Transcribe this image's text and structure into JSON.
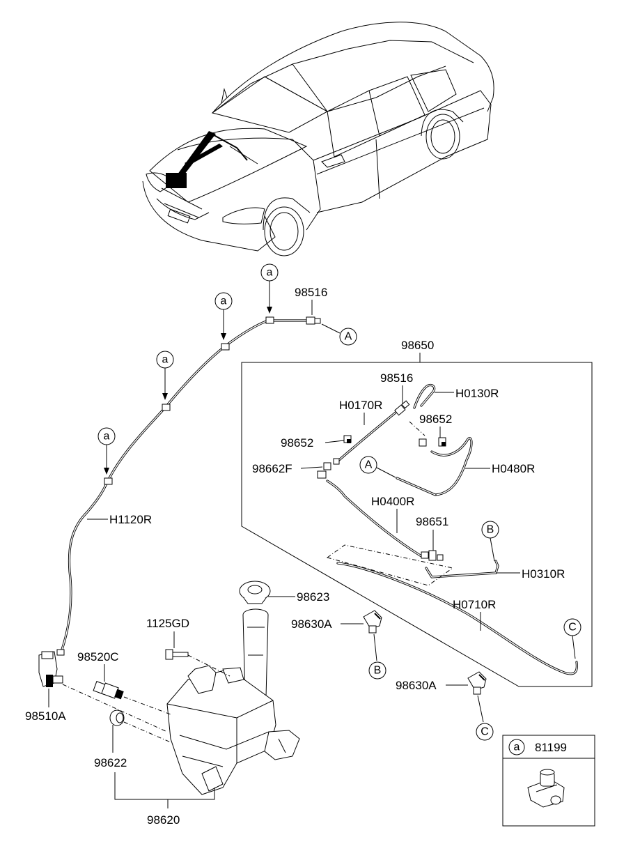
{
  "labels": {
    "p98516_top": "98516",
    "p98650": "98650",
    "p98516_box": "98516",
    "h0130r": "H0130R",
    "h0170r": "H0170R",
    "p98652_left": "98652",
    "p98652_right": "98652",
    "p98662f": "98662F",
    "h0480r": "H0480R",
    "h0400r": "H0400R",
    "p98651": "98651",
    "h0310r": "H0310R",
    "h0710r": "H0710R",
    "h1120r": "H1120R",
    "p98623": "98623",
    "p1125gd": "1125GD",
    "p98630a_b": "98630A",
    "p98520c": "98520C",
    "p98510a": "98510A",
    "p98630a_c": "98630A",
    "p98622": "98622",
    "p98620": "98620",
    "legend_part": "81199"
  },
  "callouts": {
    "a": "a",
    "A": "A",
    "B": "B",
    "C": "C"
  }
}
